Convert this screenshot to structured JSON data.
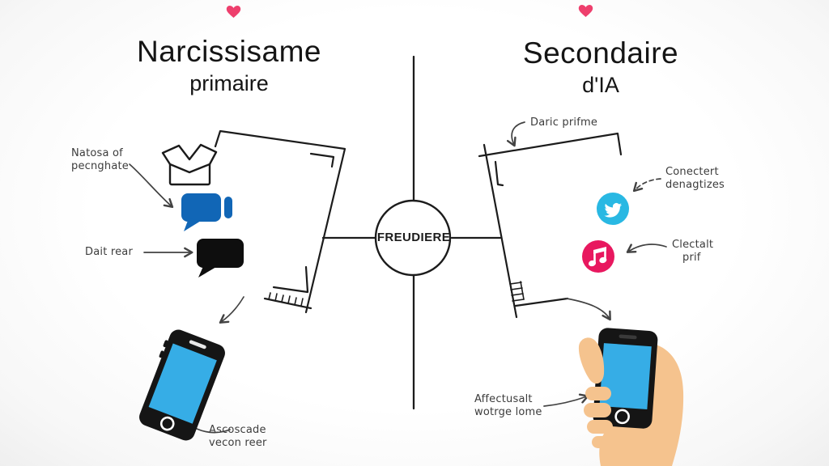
{
  "diagram": {
    "center_hub": "FREUDIERE",
    "left": {
      "title": "Narcissisame",
      "subtitle": "primaire",
      "annotations": {
        "natosa": {
          "line1": "Natosa of",
          "line2": "pecnghate"
        },
        "dait": {
          "line1": "Dait rear"
        },
        "ascoscade": {
          "line1": "Ascoscade",
          "line2": "vecon reer"
        }
      }
    },
    "right": {
      "title": "Secondaire",
      "subtitle": "d'IA",
      "annotations": {
        "daric": {
          "line1": "Daric prifme"
        },
        "conectert": {
          "line1": "Conectert",
          "line2": "denagtizes"
        },
        "clectalt": {
          "line1": "Clectalt",
          "line2": "prif"
        },
        "affectusalt": {
          "line1": "Affectusalt",
          "line2": "wotrge lome"
        }
      }
    }
  },
  "icons": {
    "heart": "♥",
    "envelope": "✉",
    "chat_bubble": "💬",
    "twitter_bird": "🐦",
    "music_note": "♪",
    "smartphone": "📱",
    "hand": "✋"
  },
  "colors": {
    "line": "#1c1c1c",
    "arrow": "#424242",
    "heart_pink": "#ee3f6d",
    "bubble_blue": "#1166b6",
    "bubble_black": "#0e0e0e",
    "twitter_blue": "#29b8e3",
    "music_pink": "#e8185f",
    "screen_blue": "#36ade6",
    "phone_black": "#151515",
    "skin": "#f5c38e"
  }
}
